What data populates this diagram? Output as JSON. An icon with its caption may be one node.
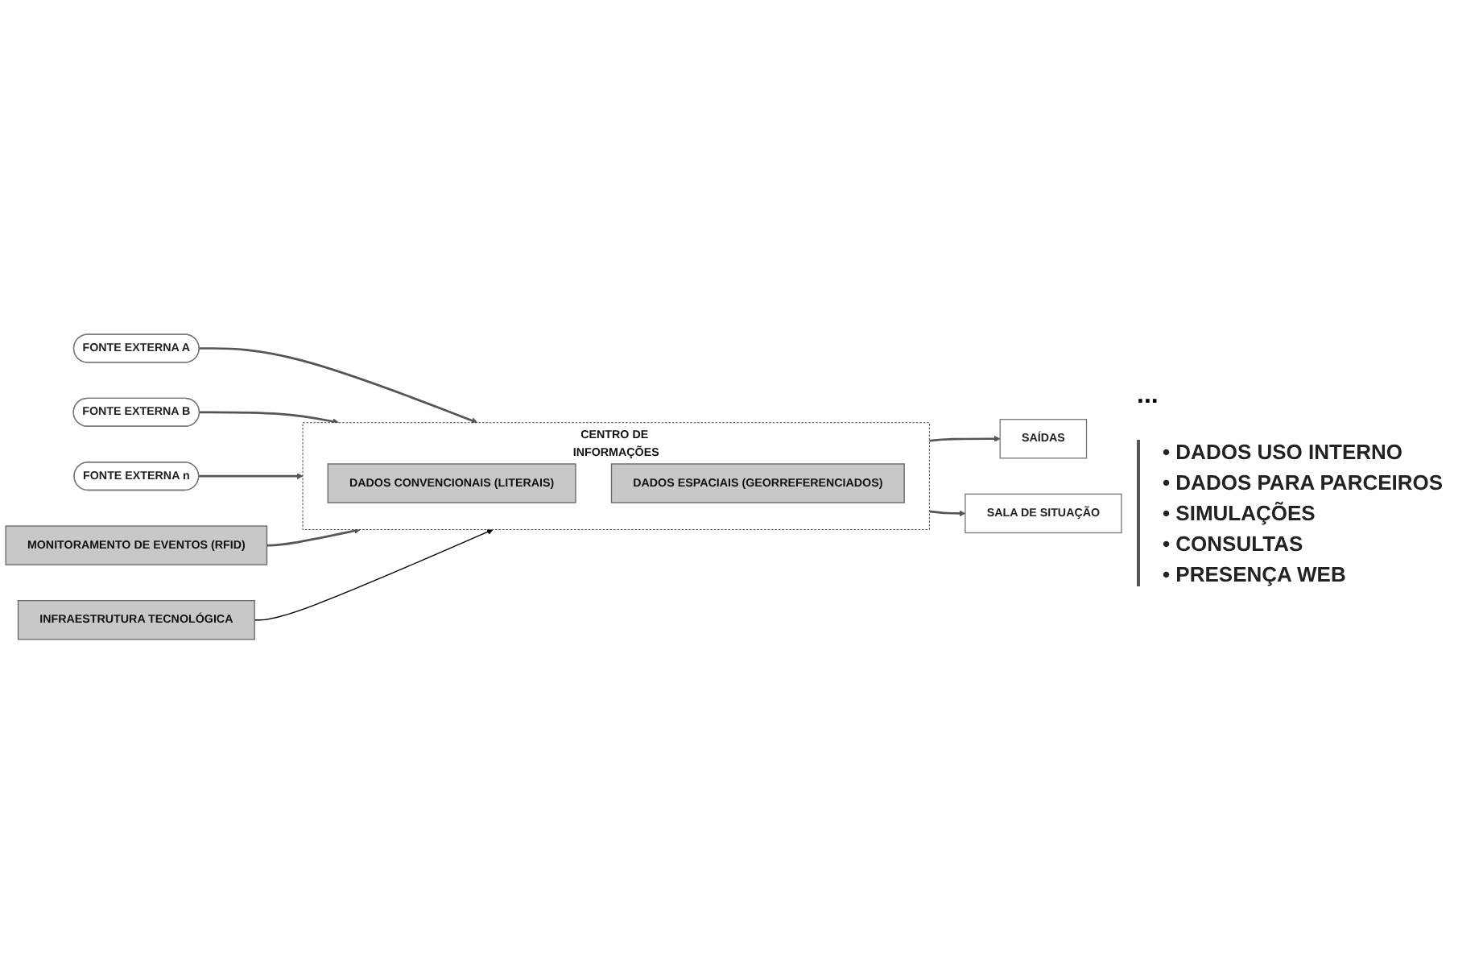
{
  "diagram": {
    "nodes": [
      {
        "text": [
          "FONTE EXTERNA A"
        ]
      },
      {
        "text": [
          "FONTE EXTERNA B"
        ]
      },
      {
        "text": [
          "FONTE EXTERNA n"
        ]
      },
      {
        "text": [
          "MONITORAMENTO DE EVENTOS (RFID)"
        ]
      },
      {
        "text": [
          "CENTRO DE INFORMAÇÕES"
        ]
      },
      {
        "text": [
          "DADOS CONVENCIONAIS (LITERAIS)"
        ],
        "in": 4
      },
      {
        "text": [
          "DADOS ESPACIAIS (GEORREFERENCIADOS)"
        ],
        "in": 4
      },
      {
        "text": [
          "SAÍDAS"
        ]
      },
      {
        "text": [
          "SALA DE SITUAÇÃO"
        ]
      },
      {
        "text": [
          "INFRAESTRUTURA TECNOLÓGICA"
        ]
      }
    ],
    "edges": [
      {
        "from": 0,
        "to": 4,
        "arrow": "to"
      },
      {
        "from": 1,
        "to": 4,
        "arrow": "to"
      },
      {
        "from": 2,
        "to": 4,
        "arrow": "to"
      },
      {
        "from": 3,
        "to": 4,
        "arrow": "to"
      },
      {
        "from": 4,
        "to": 7,
        "arrow": "to"
      },
      {
        "from": 4,
        "to": 8,
        "arrow": "to"
      },
      {
        "from": 9,
        "to": 4,
        "arrow": "to",
        "color": "#000000"
      }
    ],
    "labels": [
      "...",
      "• DADOS USO INTERNO",
      "• DADOS PARA PARCEIROS",
      "• SIMULAÇÕES",
      "• CONSULTAS",
      "• PRESENÇA WEB"
    ]
  }
}
